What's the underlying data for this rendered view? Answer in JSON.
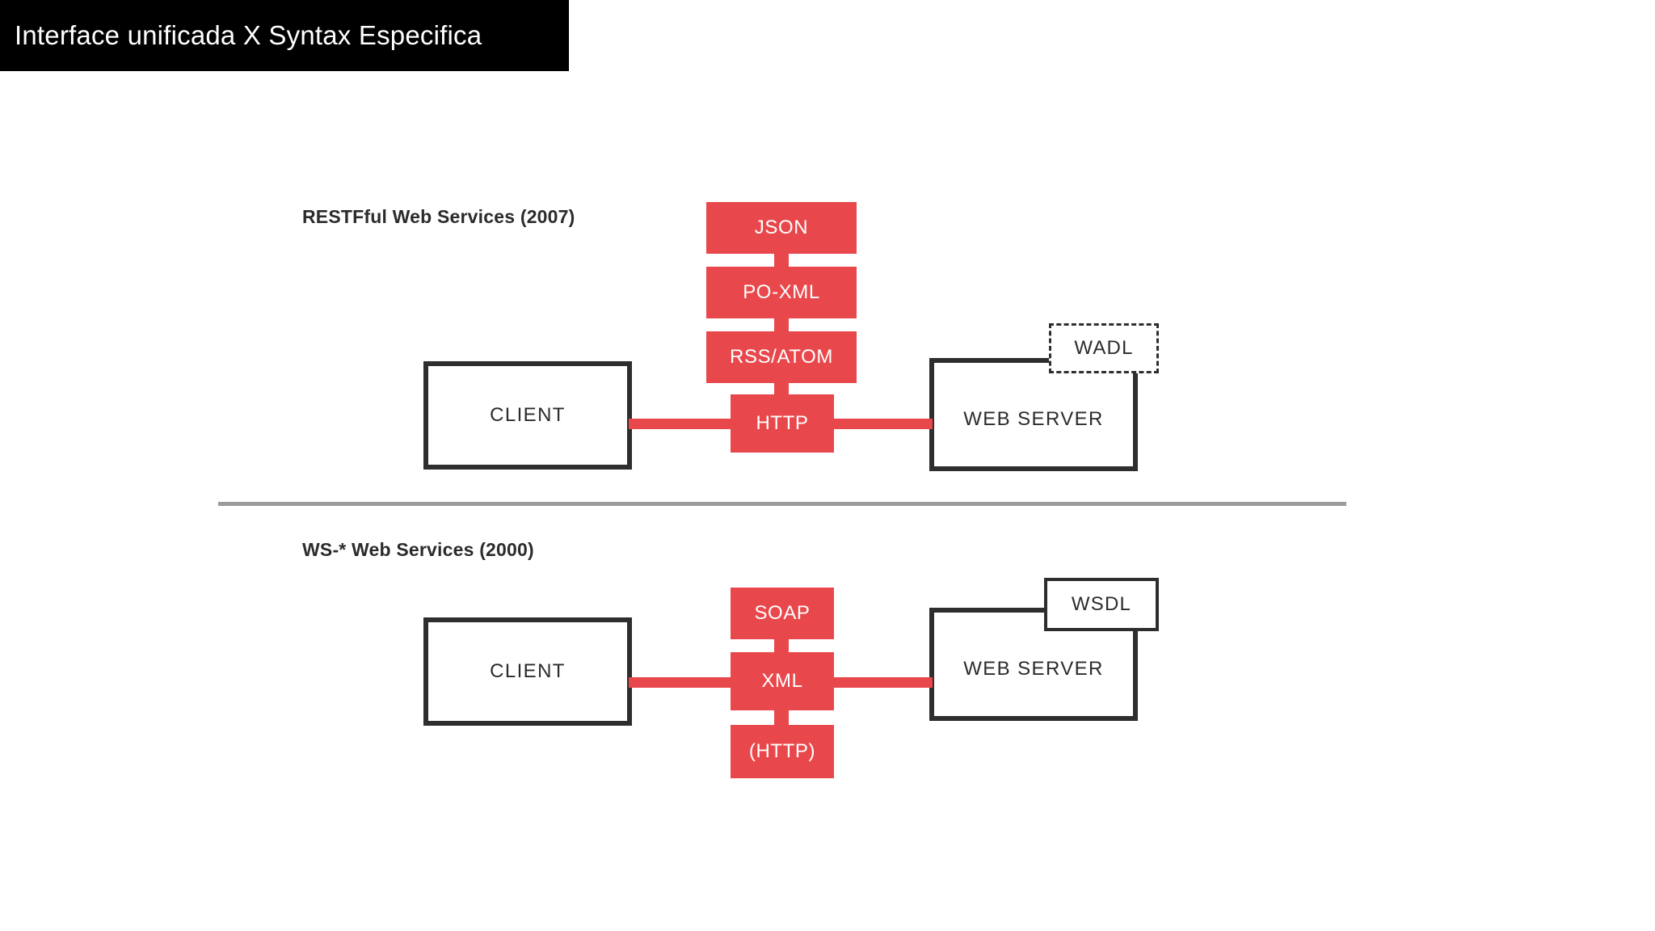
{
  "title": {
    "text": "Interface unificada X Syntax Especifica"
  },
  "colors": {
    "banner_bg": "#000000",
    "banner_text": "#ffffff",
    "accent_red": "#e8484c",
    "box_border": "#2e2e2e",
    "divider": "#9b9b9b",
    "page_bg": "#ffffff"
  },
  "diagram": {
    "sections": [
      {
        "caption": "RESTFful Web Services (2007)",
        "client_label": "CLIENT",
        "server_label": "WEB SERVER",
        "description_label": "WADL",
        "description_border": "dashed",
        "stack": [
          {
            "label": "JSON",
            "wide": true
          },
          {
            "label": "PO-XML",
            "wide": true
          },
          {
            "label": "RSS/ATOM",
            "wide": true
          },
          {
            "label": "HTTP",
            "wide": false,
            "on_wire": true
          }
        ]
      },
      {
        "caption": "WS-* Web Services (2000)",
        "client_label": "CLIENT",
        "server_label": "WEB SERVER",
        "description_label": "WSDL",
        "description_border": "solid",
        "stack": [
          {
            "label": "SOAP",
            "wide": false
          },
          {
            "label": "XML",
            "wide": false,
            "on_wire": true
          },
          {
            "label": "(HTTP)",
            "wide": false
          }
        ]
      }
    ]
  }
}
